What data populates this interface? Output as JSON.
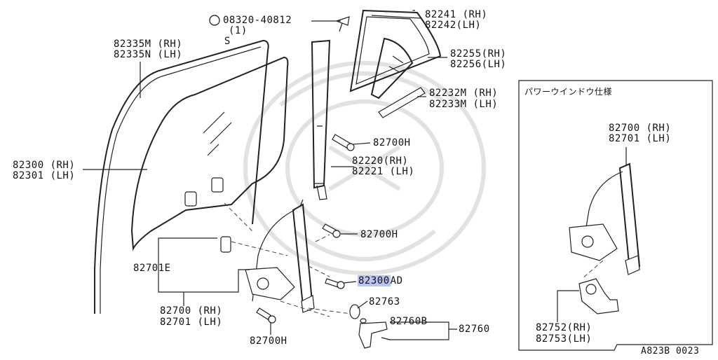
{
  "inset": {
    "title": "パワーウインドウ仕様"
  },
  "labels": {
    "screw": "08320-40812",
    "screw_qty": "(1)",
    "screw_s": "S",
    "p82241": "82241 (RH)",
    "p82242": "82242(LH)",
    "p82335m": "82335M (RH)",
    "p82335n": "82335N (LH)",
    "p82255": "82255(RH)",
    "p82256": "82256(LH)",
    "p82232m": "82232M (RH)",
    "p82233m": "82233M (LH)",
    "p82700h_1": "82700H",
    "p82300": "82300 (RH)",
    "p82301": "82301 (LH)",
    "p82220": "82220(RH)",
    "p82221": "82221 (LH)",
    "p82700h_2": "82700H",
    "p82701e": "82701E",
    "p82300ad_hl": "82300",
    "p82300ad_rest": "AD",
    "p82763": "82763",
    "p82700": "82700 (RH)",
    "p82701": "82701 (LH)",
    "p82760b": "82760B",
    "p82760": "82760",
    "p82700h_3": "82700H",
    "inset_82700": "82700 (RH)",
    "inset_82701": "82701 (LH)",
    "inset_82752": "82752(RH)",
    "inset_82753": "82753(LH)",
    "dash_mark": "-",
    "diagram_code": "A823B 0023"
  }
}
